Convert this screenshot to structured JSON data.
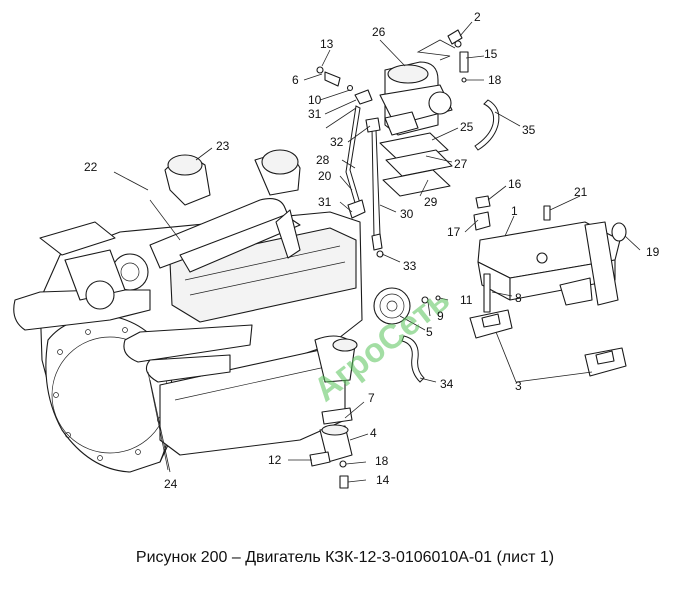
{
  "caption": "Рисунок 200 – Двигатель КЗК-12-3-0106010А-01 (лист 1)",
  "watermark": "АгроСеть",
  "colors": {
    "watermark": "#58c25a",
    "line": "#1a1a1a"
  },
  "callouts": [
    {
      "id": "1",
      "label": "1"
    },
    {
      "id": "2",
      "label": "2"
    },
    {
      "id": "3",
      "label": "3"
    },
    {
      "id": "4",
      "label": "4"
    },
    {
      "id": "5",
      "label": "5"
    },
    {
      "id": "6",
      "label": "6"
    },
    {
      "id": "7",
      "label": "7"
    },
    {
      "id": "8",
      "label": "8"
    },
    {
      "id": "9",
      "label": "9"
    },
    {
      "id": "10",
      "label": "10"
    },
    {
      "id": "11",
      "label": "11"
    },
    {
      "id": "12",
      "label": "12"
    },
    {
      "id": "13",
      "label": "13"
    },
    {
      "id": "14",
      "label": "14"
    },
    {
      "id": "15",
      "label": "15"
    },
    {
      "id": "16",
      "label": "16"
    },
    {
      "id": "17",
      "label": "17"
    },
    {
      "id": "18a",
      "label": "18"
    },
    {
      "id": "18b",
      "label": "18"
    },
    {
      "id": "19",
      "label": "19"
    },
    {
      "id": "20",
      "label": "20"
    },
    {
      "id": "21",
      "label": "21"
    },
    {
      "id": "22",
      "label": "22"
    },
    {
      "id": "23",
      "label": "23"
    },
    {
      "id": "24",
      "label": "24"
    },
    {
      "id": "25",
      "label": "25"
    },
    {
      "id": "26",
      "label": "26"
    },
    {
      "id": "27",
      "label": "27"
    },
    {
      "id": "28",
      "label": "28"
    },
    {
      "id": "29",
      "label": "29"
    },
    {
      "id": "30",
      "label": "30"
    },
    {
      "id": "31a",
      "label": "31"
    },
    {
      "id": "31b",
      "label": "31"
    },
    {
      "id": "32",
      "label": "32"
    },
    {
      "id": "33",
      "label": "33"
    },
    {
      "id": "34",
      "label": "34"
    },
    {
      "id": "35",
      "label": "35"
    }
  ]
}
